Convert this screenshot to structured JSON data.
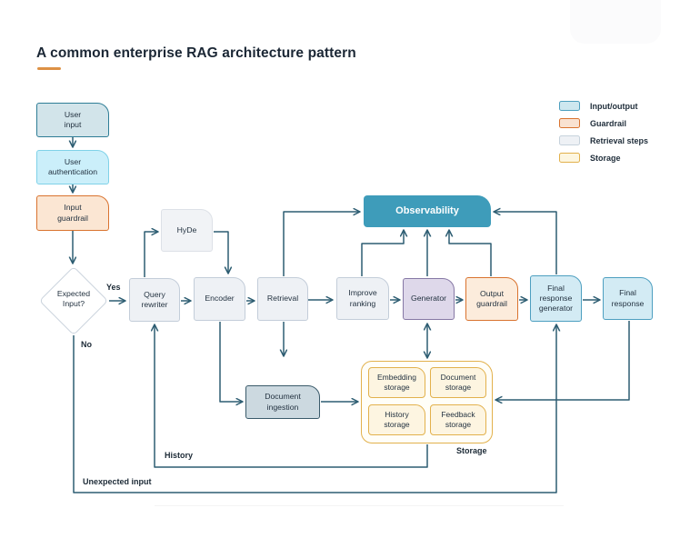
{
  "title": {
    "text": "A common enterprise RAG architecture pattern"
  },
  "legend": {
    "items": [
      {
        "label": "Input/output"
      },
      {
        "label": "Guardrail"
      },
      {
        "label": "Retrieval steps"
      },
      {
        "label": "Storage"
      }
    ]
  },
  "nodes": {
    "user_input": {
      "label": "User\ninput"
    },
    "user_auth": {
      "label": "User\nauthentication"
    },
    "input_guardrail": {
      "label": "Input\nguardrail"
    },
    "expected_input": {
      "label": "Expected\nInput?"
    },
    "query_rewriter": {
      "label": "Query\nrewriter"
    },
    "hyde": {
      "label": "HyDe"
    },
    "encoder": {
      "label": "Encoder"
    },
    "retrieval": {
      "label": "Retrieval"
    },
    "improve_ranking": {
      "label": "Improve\nranking"
    },
    "generator": {
      "label": "Generator"
    },
    "output_guardrail": {
      "label": "Output\nguardrail"
    },
    "final_response_generator": {
      "label": "Final\nresponse\ngenerator"
    },
    "final_response": {
      "label": "Final\nresponse"
    },
    "observability": {
      "label": "Observability"
    },
    "document_ingestion": {
      "label": "Document\ningestion"
    },
    "embedding_storage": {
      "label": "Embedding\nstorage"
    },
    "document_storage": {
      "label": "Document\nstorage"
    },
    "history_storage": {
      "label": "History\nstorage"
    },
    "feedback_storage": {
      "label": "Feedback\nstorage"
    }
  },
  "flow_labels": {
    "yes": "Yes",
    "no": "No",
    "history": "History",
    "unexpected_input": "Unexpected input",
    "storage_group": "Storage"
  },
  "colors": {
    "connector": "#2d5d72",
    "title_underline": "#dd9145",
    "input_output_fill": "#d3ebf4",
    "input_output_border": "#4d9fc0",
    "guardrail_fill": "#fbe6d3",
    "guardrail_border": "#d9732f",
    "retrieval_step_fill": "#eef1f5",
    "retrieval_step_border": "#c3cdd9",
    "storage_fill": "#fdf5e1",
    "storage_border": "#e2b14c",
    "generator_fill": "#ded8ea",
    "generator_border": "#8678a5",
    "observability_fill": "#3e9cba"
  }
}
